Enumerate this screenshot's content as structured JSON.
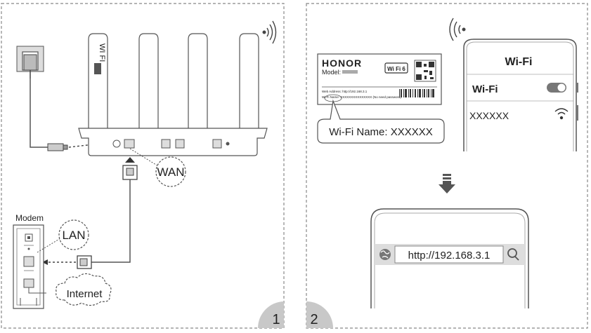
{
  "panel1": {
    "step_number": "1",
    "modem_label": "Modem",
    "wan_label": "WAN",
    "lan_label": "LAN",
    "internet_label": "Internet",
    "router_brand_text": "WI FI"
  },
  "panel2": {
    "step_number": "2",
    "label": {
      "brand": "HONOR",
      "model_text": "Model:",
      "wifi_badge": "Wi Fi 6",
      "web_address_line": "Web Address: http://192.168.3.1",
      "wifi_name_line": "Wi-Fi Name: XXXXXXXXXXXXXXX (No need password)"
    },
    "callout": "Wi-Fi Name: XXXXXX",
    "phone": {
      "title": "Wi-Fi",
      "toggle_label": "Wi-Fi",
      "network_name": "XXXXXX"
    },
    "browser": {
      "url": "http://192.168.3.1"
    }
  },
  "colors": {
    "outline": "#555555",
    "light_gray": "#dcdcdc",
    "step_badge": "#c8c8c8",
    "dash": "#888888"
  },
  "icons": [
    "wifi-signal-icon",
    "power-adapter-icon",
    "ethernet-plug-icon",
    "cloud-icon",
    "globe-icon",
    "search-icon",
    "down-arrow-icon",
    "qr-code-icon",
    "barcode-icon",
    "toggle-switch-icon"
  ]
}
